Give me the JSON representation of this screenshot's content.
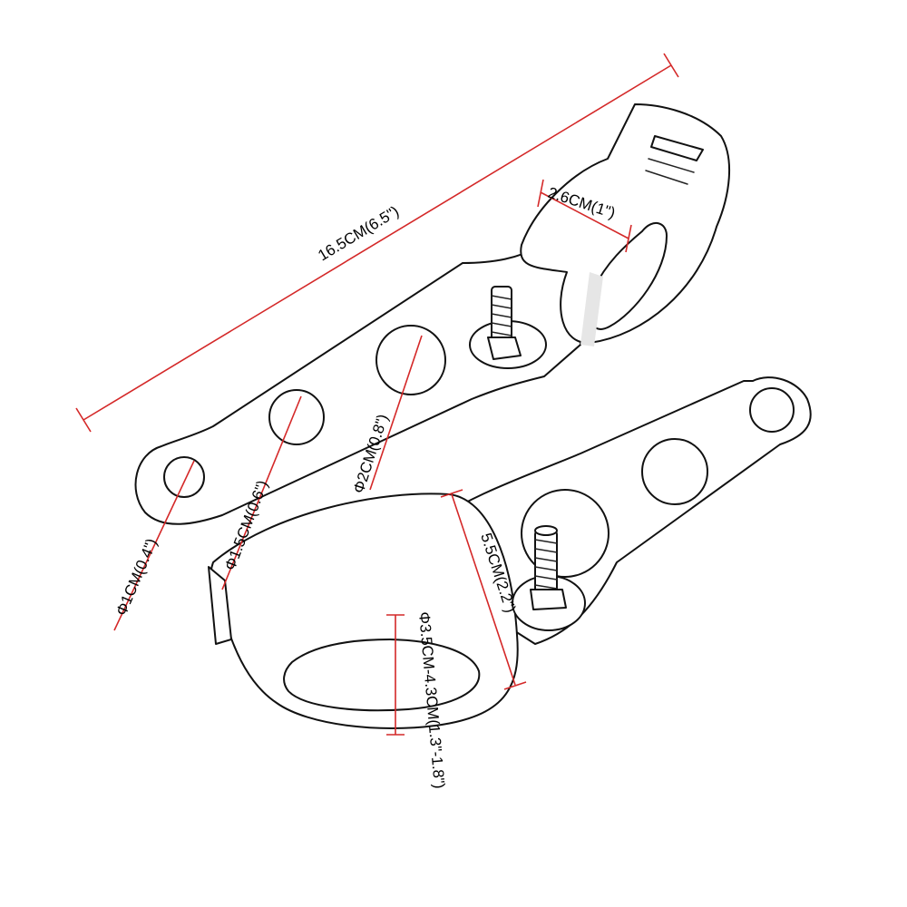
{
  "diagram": {
    "dimension_color": "#d42828",
    "line_color": "#111111",
    "labels": {
      "total_length": "16.5CM(6.5\")",
      "clamp_width": "2.6CM(1\")",
      "hole_large": "Φ2CM(0.8\")",
      "hole_medium": "Φ1.5CM(0.6\")",
      "hole_small": "Φ1CM(0.4\")",
      "bracket_height": "5.5CM(2.2\")",
      "clamp_diameter": "Φ3.5CM-4.3CM(1.3\"-1.8\")"
    }
  }
}
